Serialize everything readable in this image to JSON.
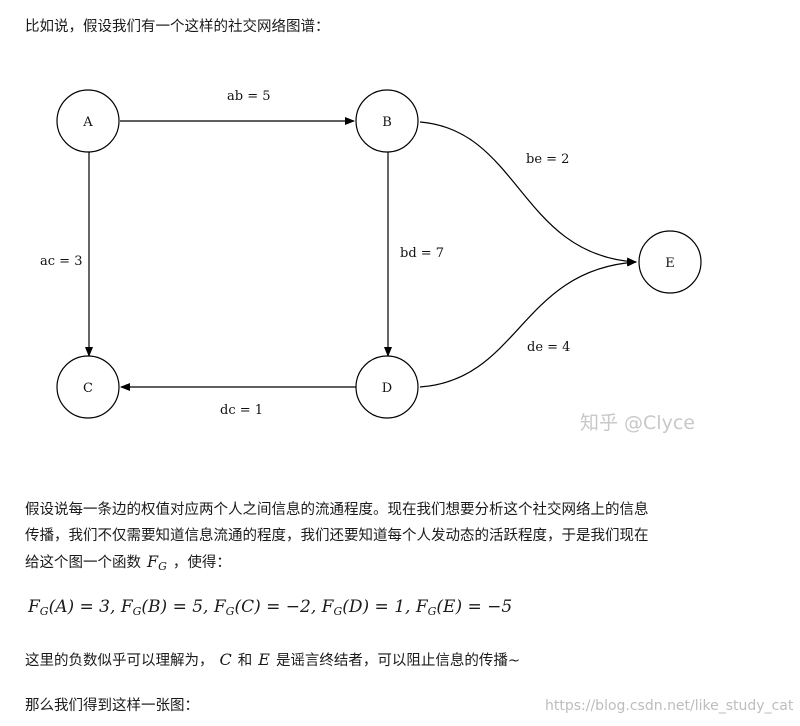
{
  "intro": "比如说，假设我们有一个这样的社交网络图谱：",
  "graph": {
    "nodes": [
      {
        "id": "A",
        "label": "A"
      },
      {
        "id": "B",
        "label": "B"
      },
      {
        "id": "C",
        "label": "C"
      },
      {
        "id": "D",
        "label": "D"
      },
      {
        "id": "E",
        "label": "E"
      }
    ],
    "edges": [
      {
        "from": "A",
        "to": "B",
        "label": "ab = 5"
      },
      {
        "from": "A",
        "to": "C",
        "label": "ac = 3"
      },
      {
        "from": "B",
        "to": "D",
        "label": "bd = 7"
      },
      {
        "from": "B",
        "to": "E",
        "label": "be = 2"
      },
      {
        "from": "D",
        "to": "C",
        "label": "dc = 1"
      },
      {
        "from": "D",
        "to": "E",
        "label": "de = 4"
      }
    ]
  },
  "watermark_zhihu": "知乎 @Clyce",
  "para1": {
    "line1": "假设说每一条边的权值对应两个人之间信息的流通程度。现在我们想要分析这个社交网络上的信息",
    "line2": "传播，我们不仅需要知道信息流通的程度，我们还要知道每个人发动态的活跃程度，于是我们现在",
    "line3_pre": "给这个图一个函数",
    "func_name": "F",
    "func_sub": "G",
    "line3_post": "，使得："
  },
  "formula": "F_G(A) = 3, F_G(B) = 5, F_G(C) = −2, F_G(D) = 1, F_G(E) = −5",
  "formula_parts": [
    {
      "node": "A",
      "value": "3"
    },
    {
      "node": "B",
      "value": "5"
    },
    {
      "node": "C",
      "value": "−2"
    },
    {
      "node": "D",
      "value": "1"
    },
    {
      "node": "E",
      "value": "−5"
    }
  ],
  "para2": {
    "pre": "这里的负数似乎可以理解为，",
    "c": "C",
    "and": "和",
    "e": "E",
    "post": "是谣言终结者，可以阻止信息的传播~"
  },
  "para3": "那么我们得到这样一张图：",
  "watermark_csdn": "https://blog.csdn.net/like_study_cat"
}
